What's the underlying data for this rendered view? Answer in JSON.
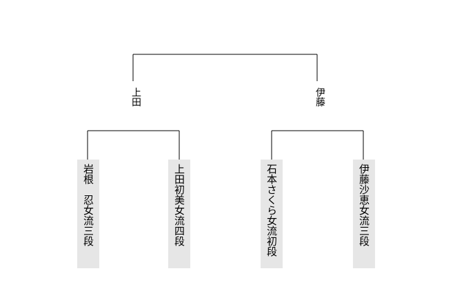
{
  "bracket": {
    "semifinal_winners": [
      {
        "name": "上田"
      },
      {
        "name": "伊藤"
      }
    ],
    "players": [
      {
        "name": "岩根　忍女流三段"
      },
      {
        "name": "上田初美女流四段"
      },
      {
        "name": "石本さくら女流初段"
      },
      {
        "name": "伊藤沙恵女流三段"
      }
    ],
    "colors": {
      "line": "#000000",
      "player_box": "#e6e6e6"
    }
  }
}
